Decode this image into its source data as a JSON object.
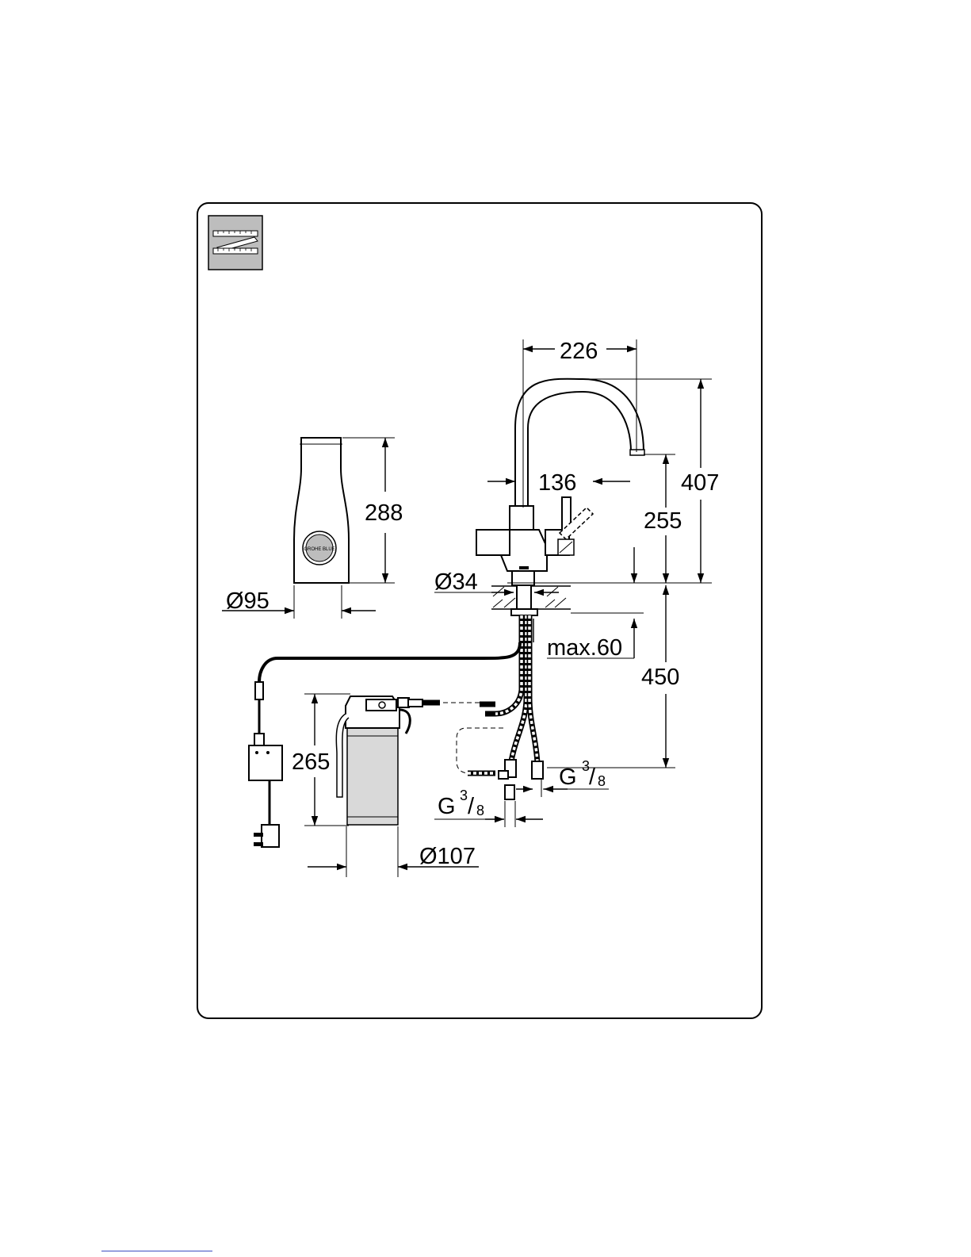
{
  "diagram": {
    "icon": "measurement-ruler-icon",
    "dimensions": {
      "spout_reach": "226",
      "total_height": "407",
      "handle_offset": "136",
      "spout_outlet_height": "255",
      "base_diameter": "Ø34",
      "counter_thickness": "max.60",
      "hose_length": "450",
      "bottle_height": "288",
      "bottle_diameter": "Ø95",
      "filter_height": "265",
      "filter_diameter": "Ø107"
    },
    "connections": {
      "thread_right": {
        "main": "G",
        "numerator": "3",
        "denominator": "8"
      },
      "thread_left": {
        "main": "G",
        "numerator": "3",
        "denominator": "8"
      }
    },
    "logo_text": "GROHE BLUE"
  }
}
